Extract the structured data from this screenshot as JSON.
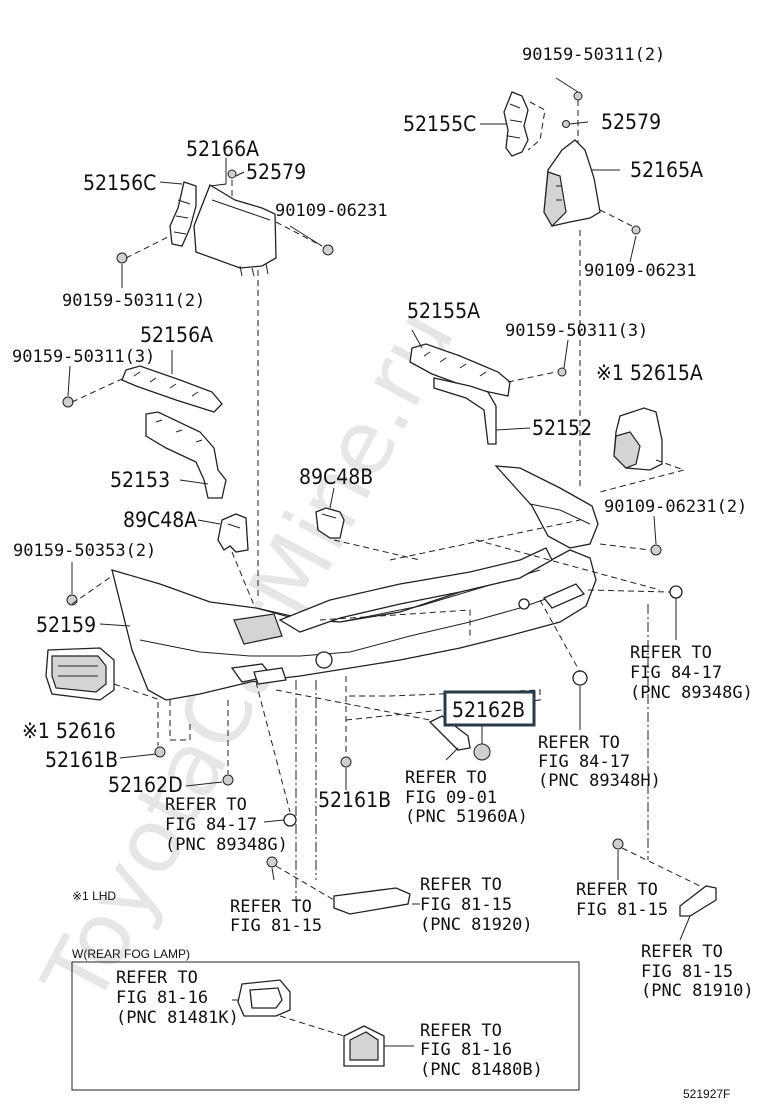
{
  "watermark": "ToyotaCarMine.ru",
  "parts": {
    "p1": "90159-50311(2)",
    "p2": "52155C",
    "p3": "52579",
    "p4": "52166A",
    "p5": "52579",
    "p6": "52156C",
    "p7": "90109-06231",
    "p8": "52165A",
    "p9": "90109-06231",
    "p10": "90159-50311(2)",
    "p11": "52155A",
    "p12": "90159-50311(3)",
    "p13": "52156A",
    "p14": "90159-50311(3)",
    "p15": "※1 52615A",
    "p16": "52152",
    "p17": "52153",
    "p18": "89C48B",
    "p19": "89C48A",
    "p20": "90109-06231(2)",
    "p21": "90159-50353(2)",
    "p22": "52159",
    "p23": "52162B",
    "p24": "※1 52616",
    "p25": "52161B",
    "p26": "52162D",
    "p27": "52161B"
  },
  "refs": {
    "r1": [
      "REFER TO",
      "FIG 84-17",
      "(PNC 89348G)"
    ],
    "r2": [
      "REFER TO",
      "FIG 84-17",
      "(PNC 89348H)"
    ],
    "r3": [
      "REFER TO",
      "FIG 09-01",
      "(PNC 51960A)"
    ],
    "r4": [
      "REFER TO",
      "FIG 84-17",
      "(PNC 89348G)"
    ],
    "r5": [
      "REFER TO",
      "FIG 81-15",
      "(PNC 81920)"
    ],
    "r6": [
      "REFER TO",
      "FIG 81-15"
    ],
    "r7": [
      "REFER TO",
      "FIG 81-15"
    ],
    "r8": [
      "REFER TO",
      "FIG 81-15",
      "(PNC 81910)"
    ],
    "r9": [
      "REFER TO",
      "FIG 81-16",
      "(PNC 81481K)"
    ],
    "r10": [
      "REFER TO",
      "FIG 81-16",
      "(PNC 81480B)"
    ]
  },
  "notes": {
    "lhd": "※1 LHD",
    "fog_box": "W(REAR FOG LAMP)",
    "figure_id": "521927F"
  }
}
